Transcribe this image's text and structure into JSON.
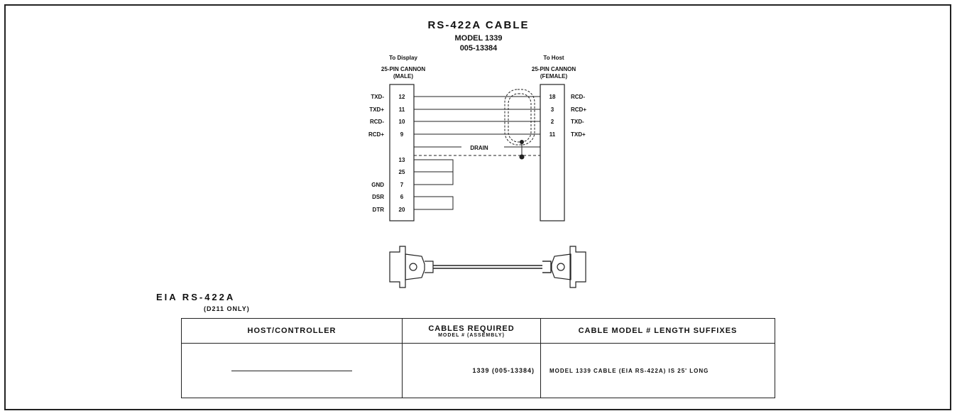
{
  "header": {
    "title": "RS-422A CABLE",
    "model": "MODEL 1339",
    "part": "005-13384"
  },
  "left_connector": {
    "to": "To Display",
    "type": "25-PIN CANNON",
    "gender": "(MALE)",
    "pins": [
      {
        "signal": "TXD-",
        "pin": "12"
      },
      {
        "signal": "TXD+",
        "pin": "11"
      },
      {
        "signal": "RCD-",
        "pin": "10"
      },
      {
        "signal": "RCD+",
        "pin": "9"
      },
      {
        "signal": "",
        "pin": "13"
      },
      {
        "signal": "",
        "pin": "25"
      },
      {
        "signal": "GND",
        "pin": "7"
      },
      {
        "signal": "DSR",
        "pin": "6"
      },
      {
        "signal": "DTR",
        "pin": "20"
      }
    ]
  },
  "right_connector": {
    "to": "To Host",
    "type": "25-PIN CANNON",
    "gender": "(FEMALE)",
    "pins": [
      {
        "pin": "18",
        "signal": "RCD-"
      },
      {
        "pin": "3",
        "signal": "RCD+"
      },
      {
        "pin": "2",
        "signal": "TXD-"
      },
      {
        "pin": "11",
        "signal": "TXD+"
      }
    ]
  },
  "drain_label": "DRAIN",
  "section": {
    "title": "EIA RS-422A",
    "subtitle": "(D211 ONLY)"
  },
  "table": {
    "headers": {
      "host": "HOST/CONTROLLER",
      "cables": "CABLES REQUIRED",
      "cables_sub": "MODEL # (ASSEMBLY)",
      "suffix": "CABLE MODEL # LENGTH SUFFIXES"
    },
    "rows": [
      {
        "host": "",
        "cables": "1339 (005-13384)",
        "suffix": "MODEL 1339 CABLE (EIA RS-422A) IS 25' LONG"
      }
    ]
  }
}
